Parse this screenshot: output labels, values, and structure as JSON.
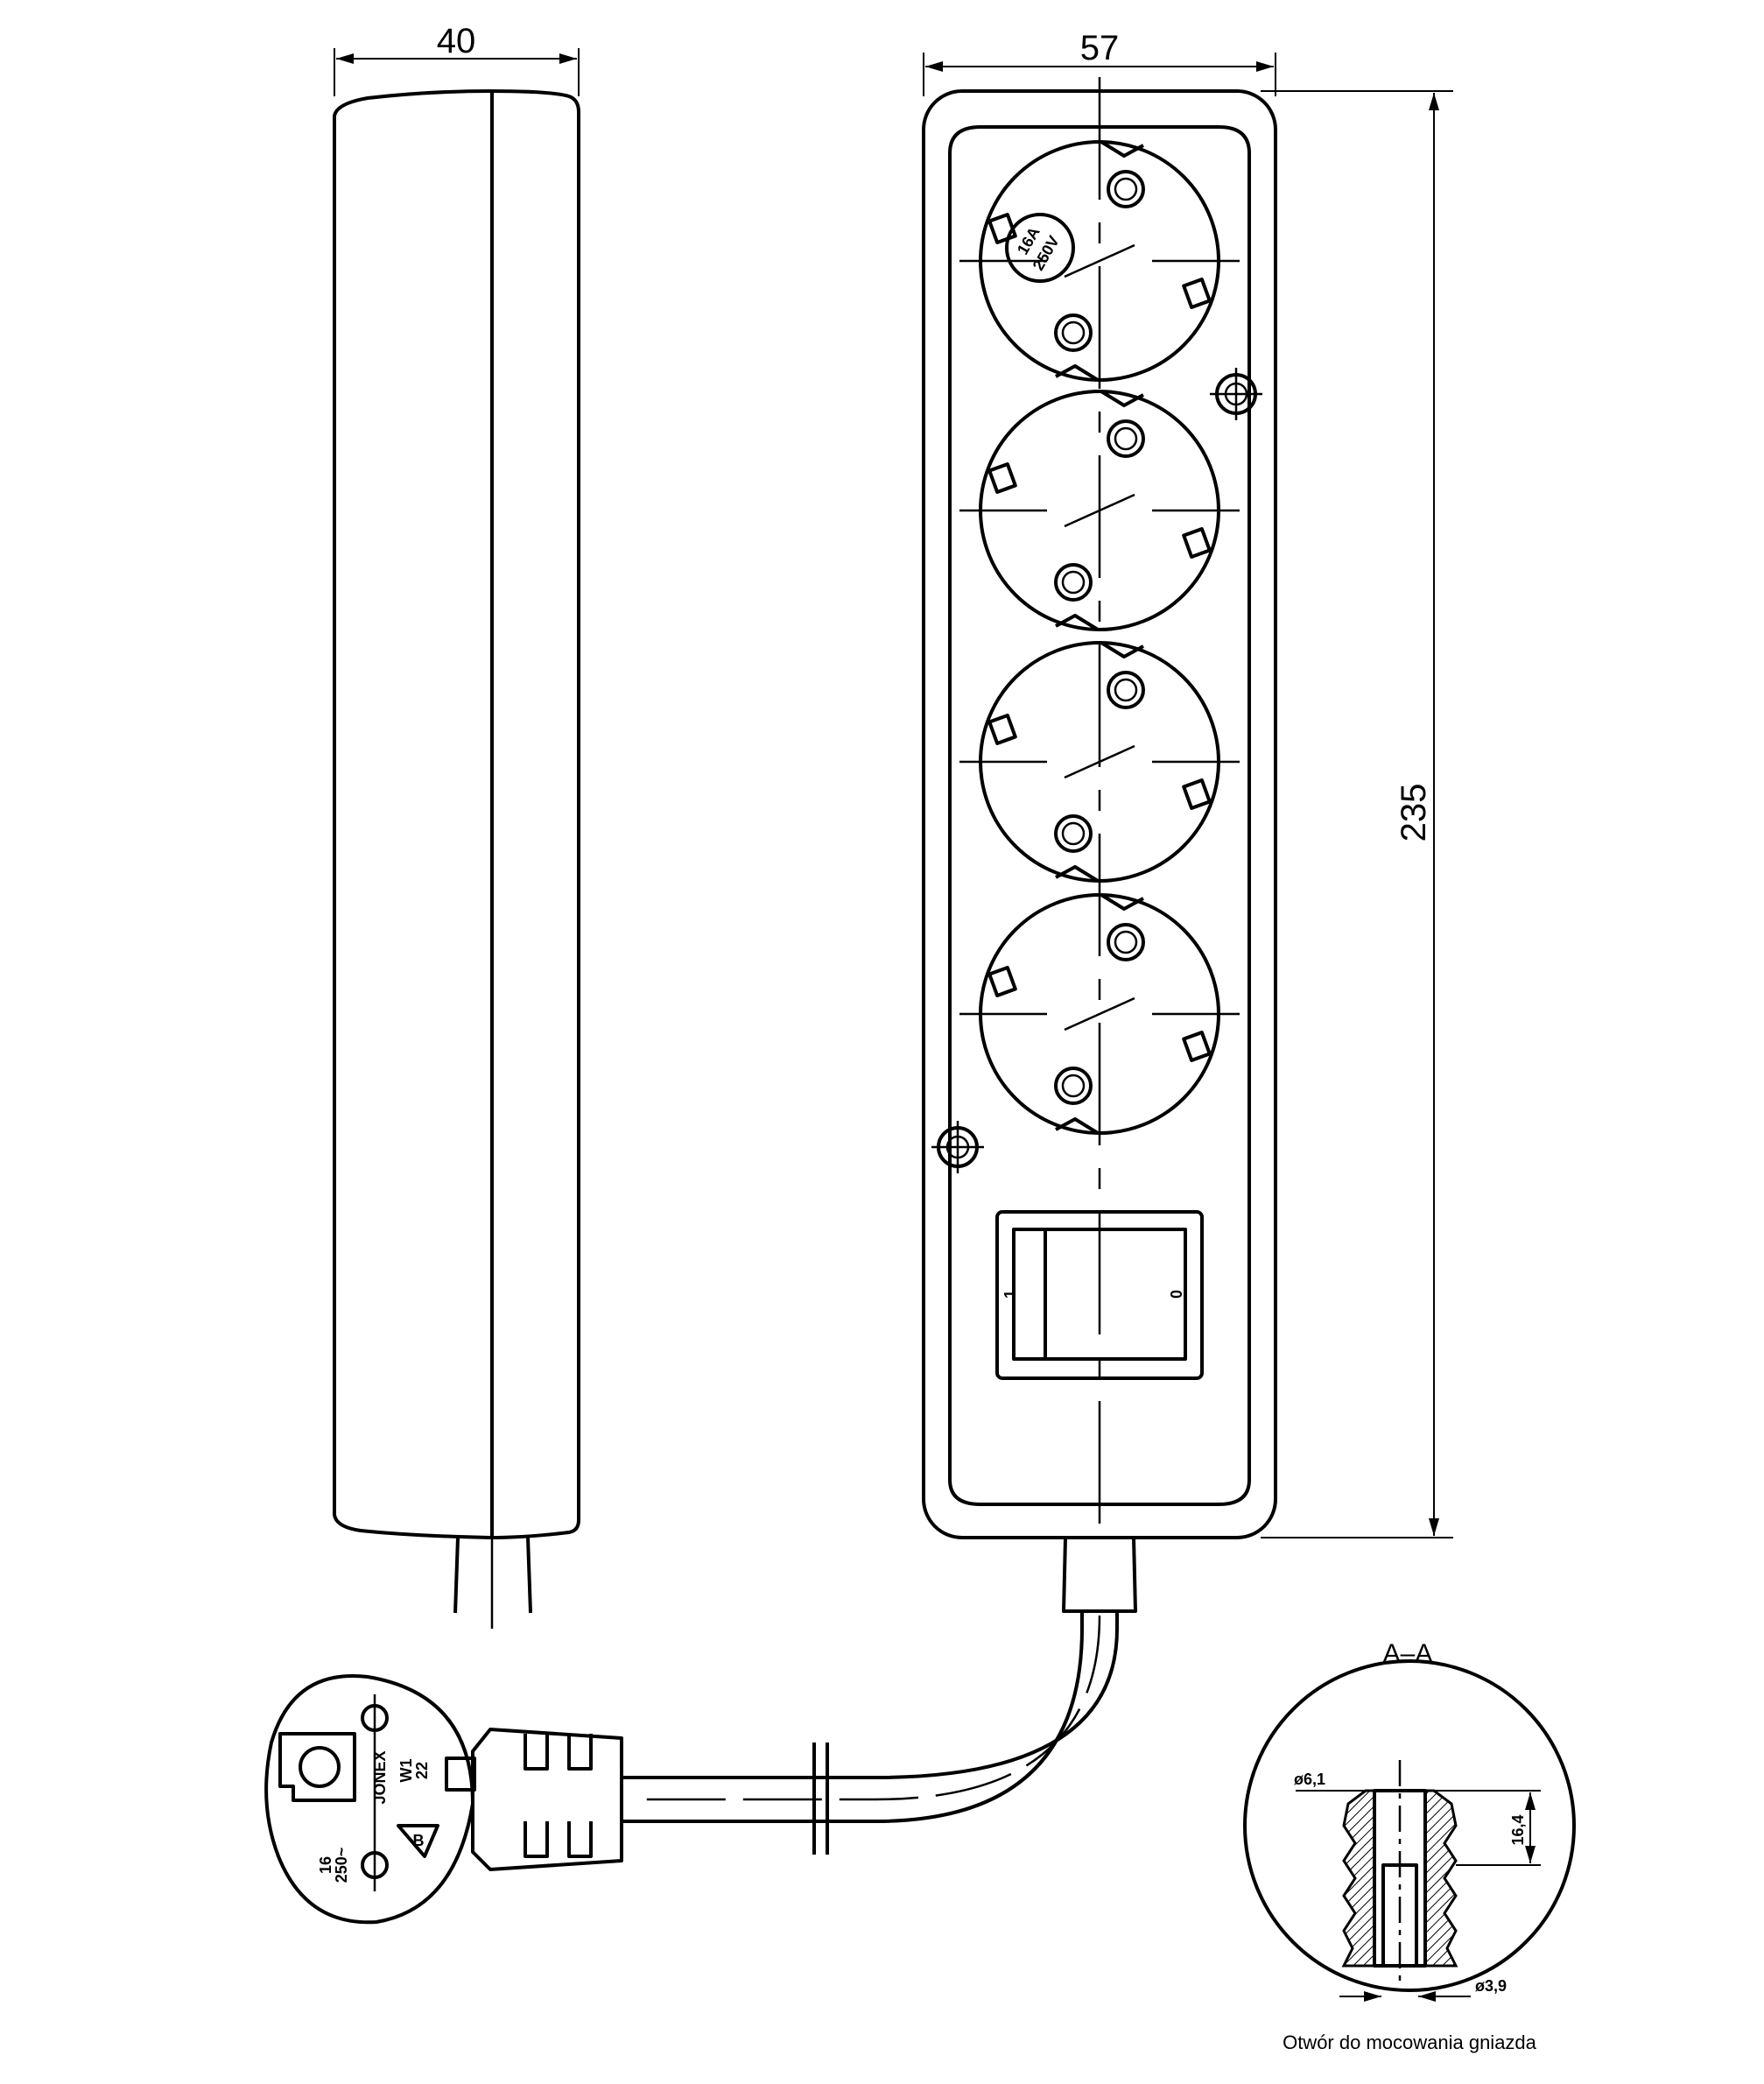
{
  "dimensions": {
    "side_width": "40",
    "front_width": "57",
    "height": "235"
  },
  "socket_rating": {
    "current": "16A",
    "voltage": "250V"
  },
  "switch": {
    "on_mark": "1",
    "off_mark": "0"
  },
  "plug": {
    "brand": "JONEX",
    "rating_current": "16",
    "rating_voltage": "250~",
    "code_top": "W1",
    "code_bottom": "22",
    "cert_mark": "B"
  },
  "section": {
    "label": "A–A",
    "bore_diameter": "ø6,1",
    "depth": "16,4",
    "hole_diameter": "ø3,9",
    "caption": "Otwór do mocowania gniazda"
  }
}
